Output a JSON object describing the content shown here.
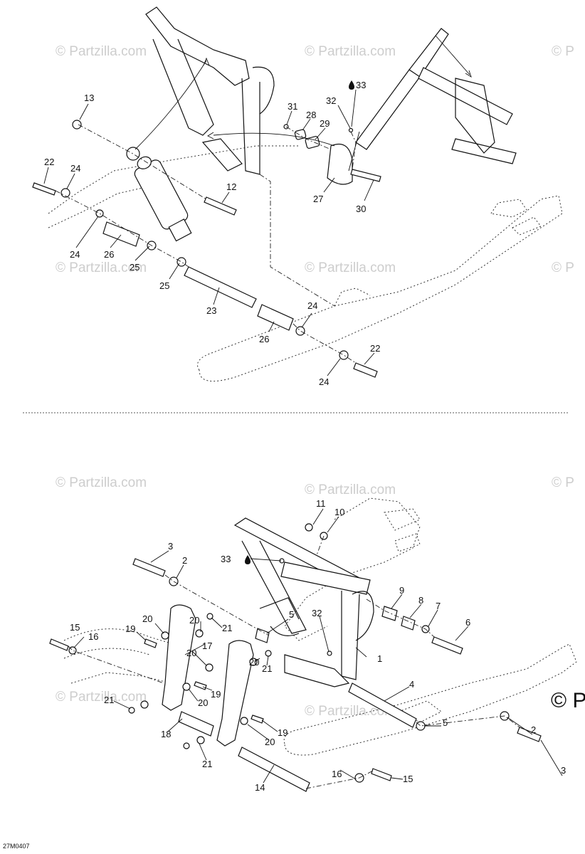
{
  "watermark": "© Partzilla.com",
  "watermark_partial": "© P",
  "diagram_code": "27M0407",
  "callouts": [
    {
      "id": "c13",
      "text": "13"
    },
    {
      "id": "c22a",
      "text": "22"
    },
    {
      "id": "c24a",
      "text": "24"
    },
    {
      "id": "c12",
      "text": "12"
    },
    {
      "id": "c24b",
      "text": "24"
    },
    {
      "id": "c26a",
      "text": "26"
    },
    {
      "id": "c25a",
      "text": "25"
    },
    {
      "id": "c25b",
      "text": "25"
    },
    {
      "id": "c23",
      "text": "23"
    },
    {
      "id": "c26b",
      "text": "26"
    },
    {
      "id": "c24c",
      "text": "24"
    },
    {
      "id": "c22b",
      "text": "22"
    },
    {
      "id": "c24d",
      "text": "24"
    },
    {
      "id": "c31",
      "text": "31"
    },
    {
      "id": "c28",
      "text": "28"
    },
    {
      "id": "c32a",
      "text": "32"
    },
    {
      "id": "c33a",
      "text": "33"
    },
    {
      "id": "c29",
      "text": "29"
    },
    {
      "id": "c27",
      "text": "27"
    },
    {
      "id": "c30",
      "text": "30"
    },
    {
      "id": "c11",
      "text": "11"
    },
    {
      "id": "c10",
      "text": "10"
    },
    {
      "id": "c3a",
      "text": "3"
    },
    {
      "id": "c2a",
      "text": "2"
    },
    {
      "id": "c33b",
      "text": "33"
    },
    {
      "id": "c9",
      "text": "9"
    },
    {
      "id": "c8",
      "text": "8"
    },
    {
      "id": "c7",
      "text": "7"
    },
    {
      "id": "c6",
      "text": "6"
    },
    {
      "id": "c5a",
      "text": "5"
    },
    {
      "id": "c32b",
      "text": "32"
    },
    {
      "id": "c20a",
      "text": "20"
    },
    {
      "id": "c19a",
      "text": "19"
    },
    {
      "id": "c20b",
      "text": "20"
    },
    {
      "id": "c21a",
      "text": "21"
    },
    {
      "id": "c15a",
      "text": "15"
    },
    {
      "id": "c16a",
      "text": "16"
    },
    {
      "id": "c17",
      "text": "17"
    },
    {
      "id": "c20c",
      "text": "20"
    },
    {
      "id": "c21b",
      "text": "21"
    },
    {
      "id": "c1",
      "text": "1"
    },
    {
      "id": "c20d",
      "text": "20"
    },
    {
      "id": "c19b",
      "text": "19"
    },
    {
      "id": "c4",
      "text": "4"
    },
    {
      "id": "c20e",
      "text": "20"
    },
    {
      "id": "c21c",
      "text": "21"
    },
    {
      "id": "c5b",
      "text": "5"
    },
    {
      "id": "c18",
      "text": "18"
    },
    {
      "id": "c19c",
      "text": "19"
    },
    {
      "id": "c20f",
      "text": "20"
    },
    {
      "id": "c21d",
      "text": "21"
    },
    {
      "id": "c14",
      "text": "14"
    },
    {
      "id": "c2b",
      "text": "2"
    },
    {
      "id": "c3b",
      "text": "3"
    },
    {
      "id": "c16b",
      "text": "16"
    },
    {
      "id": "c15b",
      "text": "15"
    }
  ]
}
